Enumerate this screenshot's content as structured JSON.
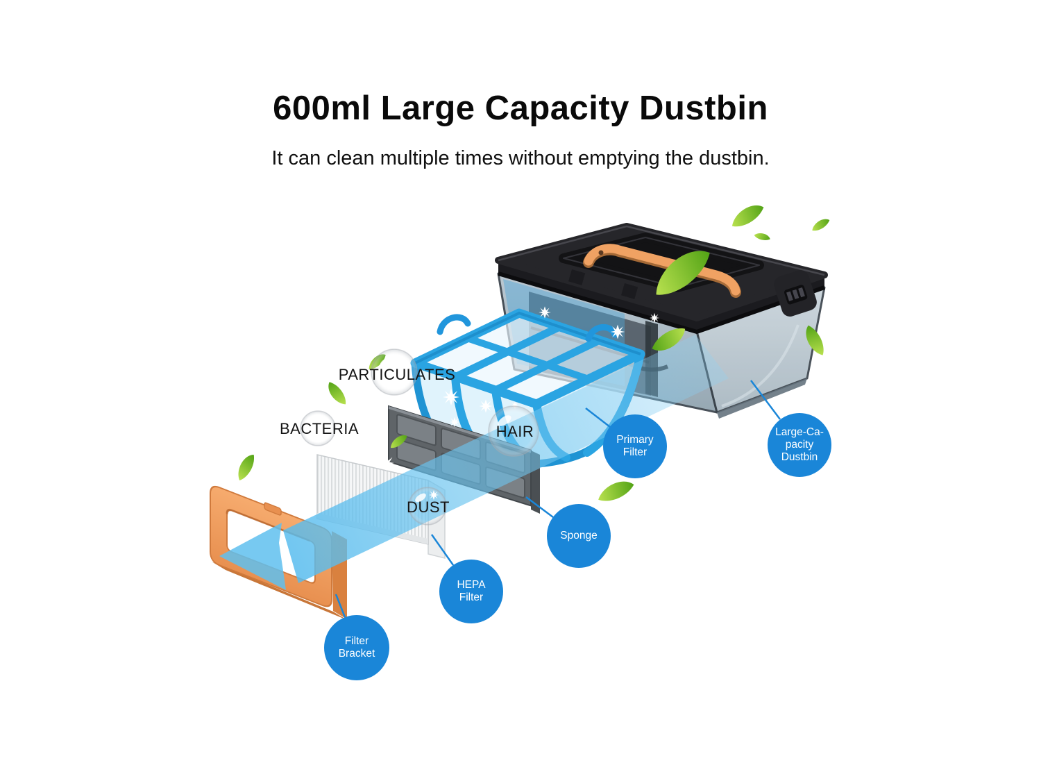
{
  "header": {
    "title": "600ml Large Capacity Dustbin",
    "subtitle": "It can clean multiple times without emptying the dustbin."
  },
  "particle_labels": [
    {
      "id": "particulates",
      "text": "PARTICULATES"
    },
    {
      "id": "bacteria",
      "text": "BACTERIA"
    },
    {
      "id": "hair",
      "text": "HAIR"
    },
    {
      "id": "dust",
      "text": "DUST"
    }
  ],
  "callouts": [
    {
      "id": "primary-filter",
      "label": "Primary\nFilter"
    },
    {
      "id": "large-capacity-dustbin",
      "label": "Large-Ca-\npacity\nDustbin"
    },
    {
      "id": "sponge",
      "label": "Sponge"
    },
    {
      "id": "hepa-filter",
      "label": "HEPA\nFilter"
    },
    {
      "id": "filter-bracket",
      "label": "Filter\nBracket"
    }
  ],
  "decorations": {
    "icons": [
      "leaf-icon",
      "bubble-icon",
      "sparkle-icon",
      "airflow-arrow-icon"
    ]
  },
  "colors": {
    "callout_blue": "#1a86d8",
    "leader_blue": "#1a86d8",
    "beam_blue": "#6cc4ef",
    "leaf_green": "#6fbc28",
    "lid_black": "#26262a",
    "handle_orange": "#f0a263",
    "bracket_orange": "#f2a163",
    "filter_blue": "#2aa4e2",
    "sponge_gray": "#5f6468",
    "hepa_white": "#f6f7f8",
    "text_black": "#0a0a0a"
  }
}
